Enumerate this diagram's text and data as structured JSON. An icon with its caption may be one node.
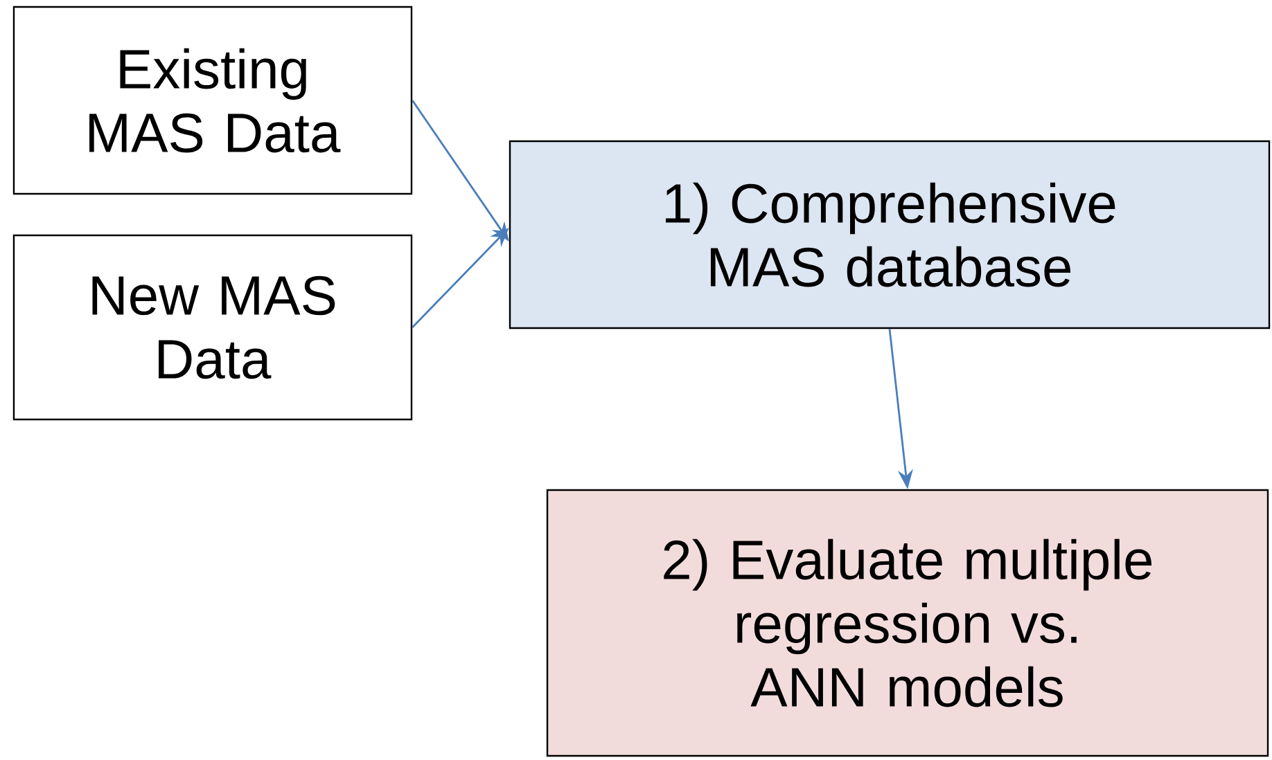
{
  "diagram": {
    "nodes": [
      {
        "text": [
          "Existing MAS Data"
        ]
      },
      {
        "text": [
          "New MAS Data"
        ]
      },
      {
        "text": [
          "1) Comprehensive MAS database"
        ]
      },
      {
        "text": [
          "2) Evaluate multiple regression vs. ANN models"
        ]
      }
    ],
    "edges": [
      {
        "from": 0,
        "to": 2,
        "arrow": "to"
      },
      {
        "from": 1,
        "to": 2,
        "arrow": "to"
      },
      {
        "from": 2,
        "to": 3,
        "arrow": "to"
      }
    ]
  }
}
